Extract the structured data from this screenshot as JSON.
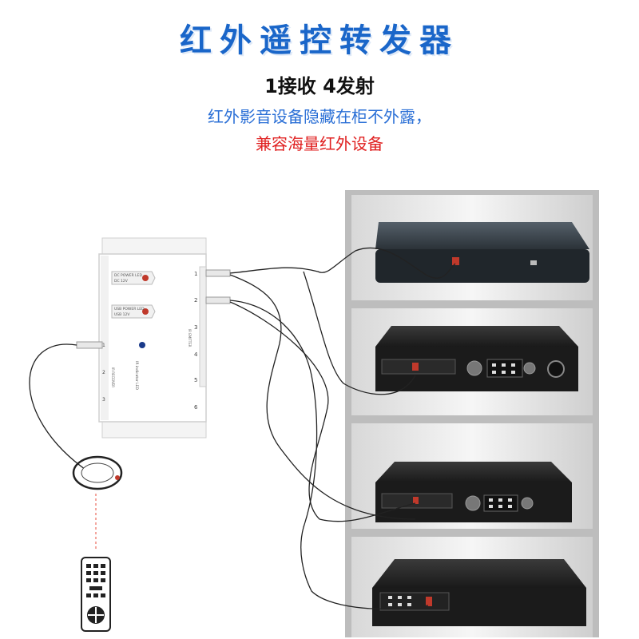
{
  "header": {
    "title": "红外遥控转发器",
    "subtitle": "1接收 4发射",
    "line_blue": "红外影音设备隐藏在柜不外露，",
    "line_red": "兼容海量红外设备"
  },
  "hub": {
    "dc_label_1": "DC POWER LED",
    "dc_label_2": "DC 12V",
    "usb_label_1": "USB POWER LED",
    "usb_label_2": "USB 12V",
    "ir_led_label": "IR indicator LED",
    "receiver_label": "IR RECEIVER",
    "emitter_label": "IR EMITTER",
    "port_numbers": [
      "1",
      "2",
      "3",
      "4",
      "5",
      "6"
    ],
    "receiver_ports": [
      "1",
      "2",
      "3"
    ]
  },
  "colors": {
    "title": "#1a66c9",
    "blue_text": "#2a6fd6",
    "red_text": "#e02020",
    "shelf": "#c8c8c8",
    "device": "#1e1e1e"
  },
  "icons": [
    "ir-receiver-icon",
    "remote-control-icon",
    "ir-emitter-icon"
  ]
}
